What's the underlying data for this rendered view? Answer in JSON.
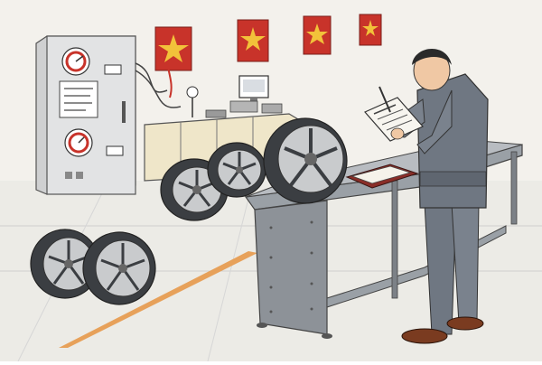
{
  "scene": {
    "description_free": true,
    "colors": {
      "wall": "#f3f1ec",
      "floor": "#ecebe6",
      "cabinet": "#dcdcdc",
      "bench": "#efe6c9",
      "table": "#8d9298",
      "uniform": "#6f7782",
      "flag_red": "#c8332a",
      "flag_star": "#f2c23a",
      "tire": "#3b3e42",
      "rim": "#c9cbcd",
      "floor_line": "#e7a15a"
    },
    "wall_flags": [
      {
        "name": "flag-1"
      },
      {
        "name": "flag-2"
      },
      {
        "name": "flag-3"
      },
      {
        "name": "flag-4"
      }
    ]
  }
}
